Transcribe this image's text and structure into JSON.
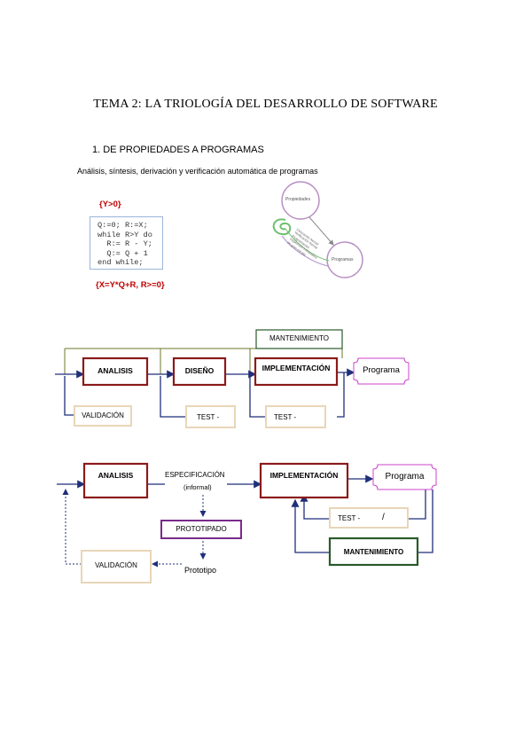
{
  "document": {
    "title": "TEMA 2: LA TRIOLOGÍA DEL DESARROLLO DE SOFTWARE",
    "section_heading": "1.   DE PROPIEDADES A PROGRAMAS",
    "subtitle": "Análisis, síntesis, derivación y verificación automática de programas"
  },
  "spec_example": {
    "precondition": "{Y>0}",
    "code_lines": [
      "Q:=0; R:=X;",
      "while R>Y do",
      "  R:= R - Y;",
      "  Q:= Q + 1",
      "end while;"
    ],
    "postcondition": "{X=Y*Q+R, R>=0}"
  },
  "circle_diagram": {
    "top_circle": "Propiedades",
    "bottom_circle": "Programas",
    "spiral_labels": [
      "Derivación formal",
      "Verificación formal",
      "Programación",
      "Inspección exhaustiva",
      "de gran escala"
    ]
  },
  "diagram1": {
    "mantenimiento": "MANTENIMIENTO",
    "analisis": "ANALISIS",
    "diseno": "DISEÑO",
    "implementacion": "IMPLEMENTACIÓN",
    "programa": "Programa",
    "validacion": "VALIDACIÓN",
    "test1": "TEST -",
    "test2": "TEST -"
  },
  "diagram2": {
    "analisis": "ANALISIS",
    "especificacion": "ESPECIFICACIÓN",
    "informal": "(informal)",
    "implementacion": "IMPLEMENTACIÓN",
    "programa": "Programa",
    "prototipado": "PROTOTIPADO",
    "prototipo": "Prototipo",
    "validacion": "VALIDACIÓN",
    "test": "TEST -",
    "test_slash": "/",
    "mantenimiento": "MANTENIMIENTO"
  },
  "colors": {
    "red_box": "#8b1a1a",
    "olive_line": "#6b7a2a",
    "navy_line": "#1f2f7a",
    "beige_box": "#e8d6b8",
    "pink_box": "#cc44cc",
    "purple_box": "#7a2a8a",
    "green_box": "#2a5a2a",
    "condition_red": "#c00000"
  }
}
